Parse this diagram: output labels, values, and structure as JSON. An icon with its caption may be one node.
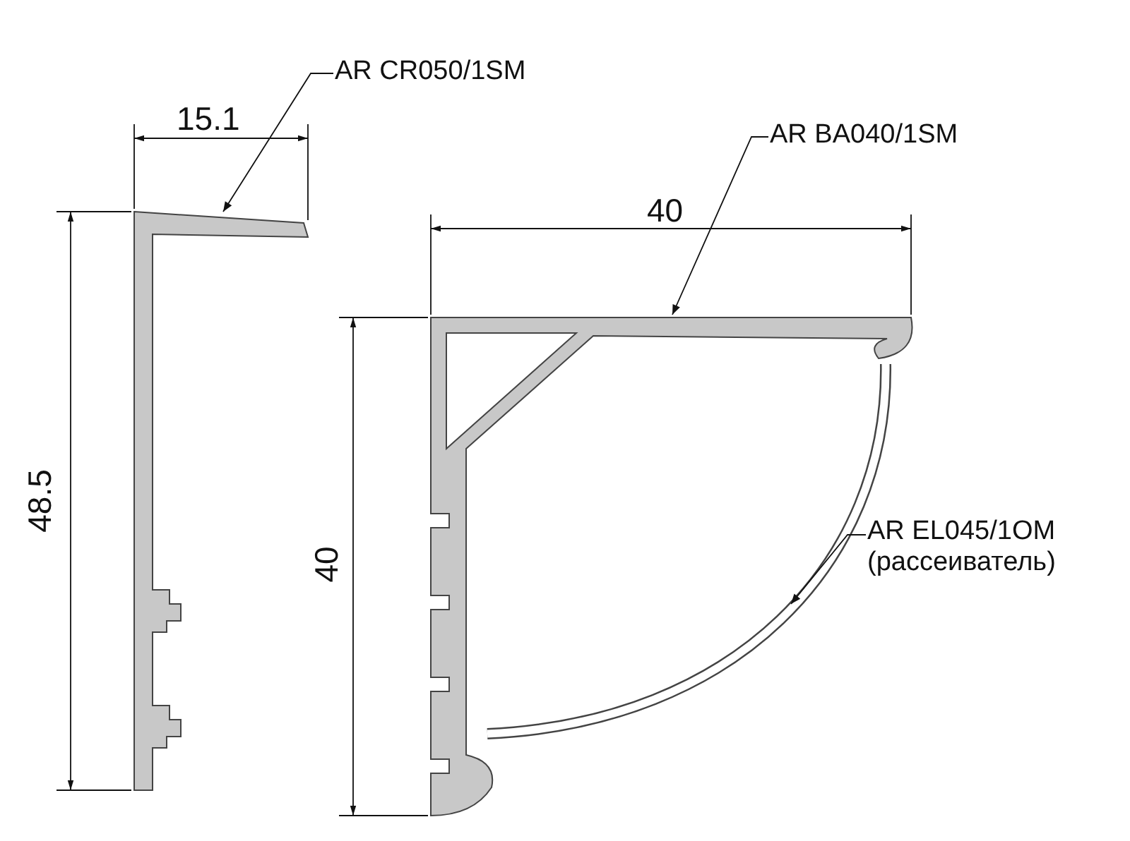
{
  "diagram": {
    "nodes": [
      {
        "text": [
          "AR CR050/1SM"
        ]
      },
      {
        "text": [],
        "shape": "picture"
      },
      {
        "text": [
          "AR BA040/1SM"
        ]
      },
      {
        "text": [],
        "shape": "picture"
      },
      {
        "text": [
          "AR EL045/1OM",
          "(рассеиватель)"
        ]
      },
      {
        "text": [],
        "shape": "picture"
      }
    ],
    "edges": [
      {
        "from": 0,
        "to": 1,
        "arrow": "to"
      },
      {
        "from": 2,
        "to": 3,
        "arrow": "to"
      },
      {
        "from": 4,
        "to": 5,
        "arrow": "to"
      }
    ],
    "labels": [
      "15.1",
      "48.5",
      "40",
      "40"
    ]
  }
}
